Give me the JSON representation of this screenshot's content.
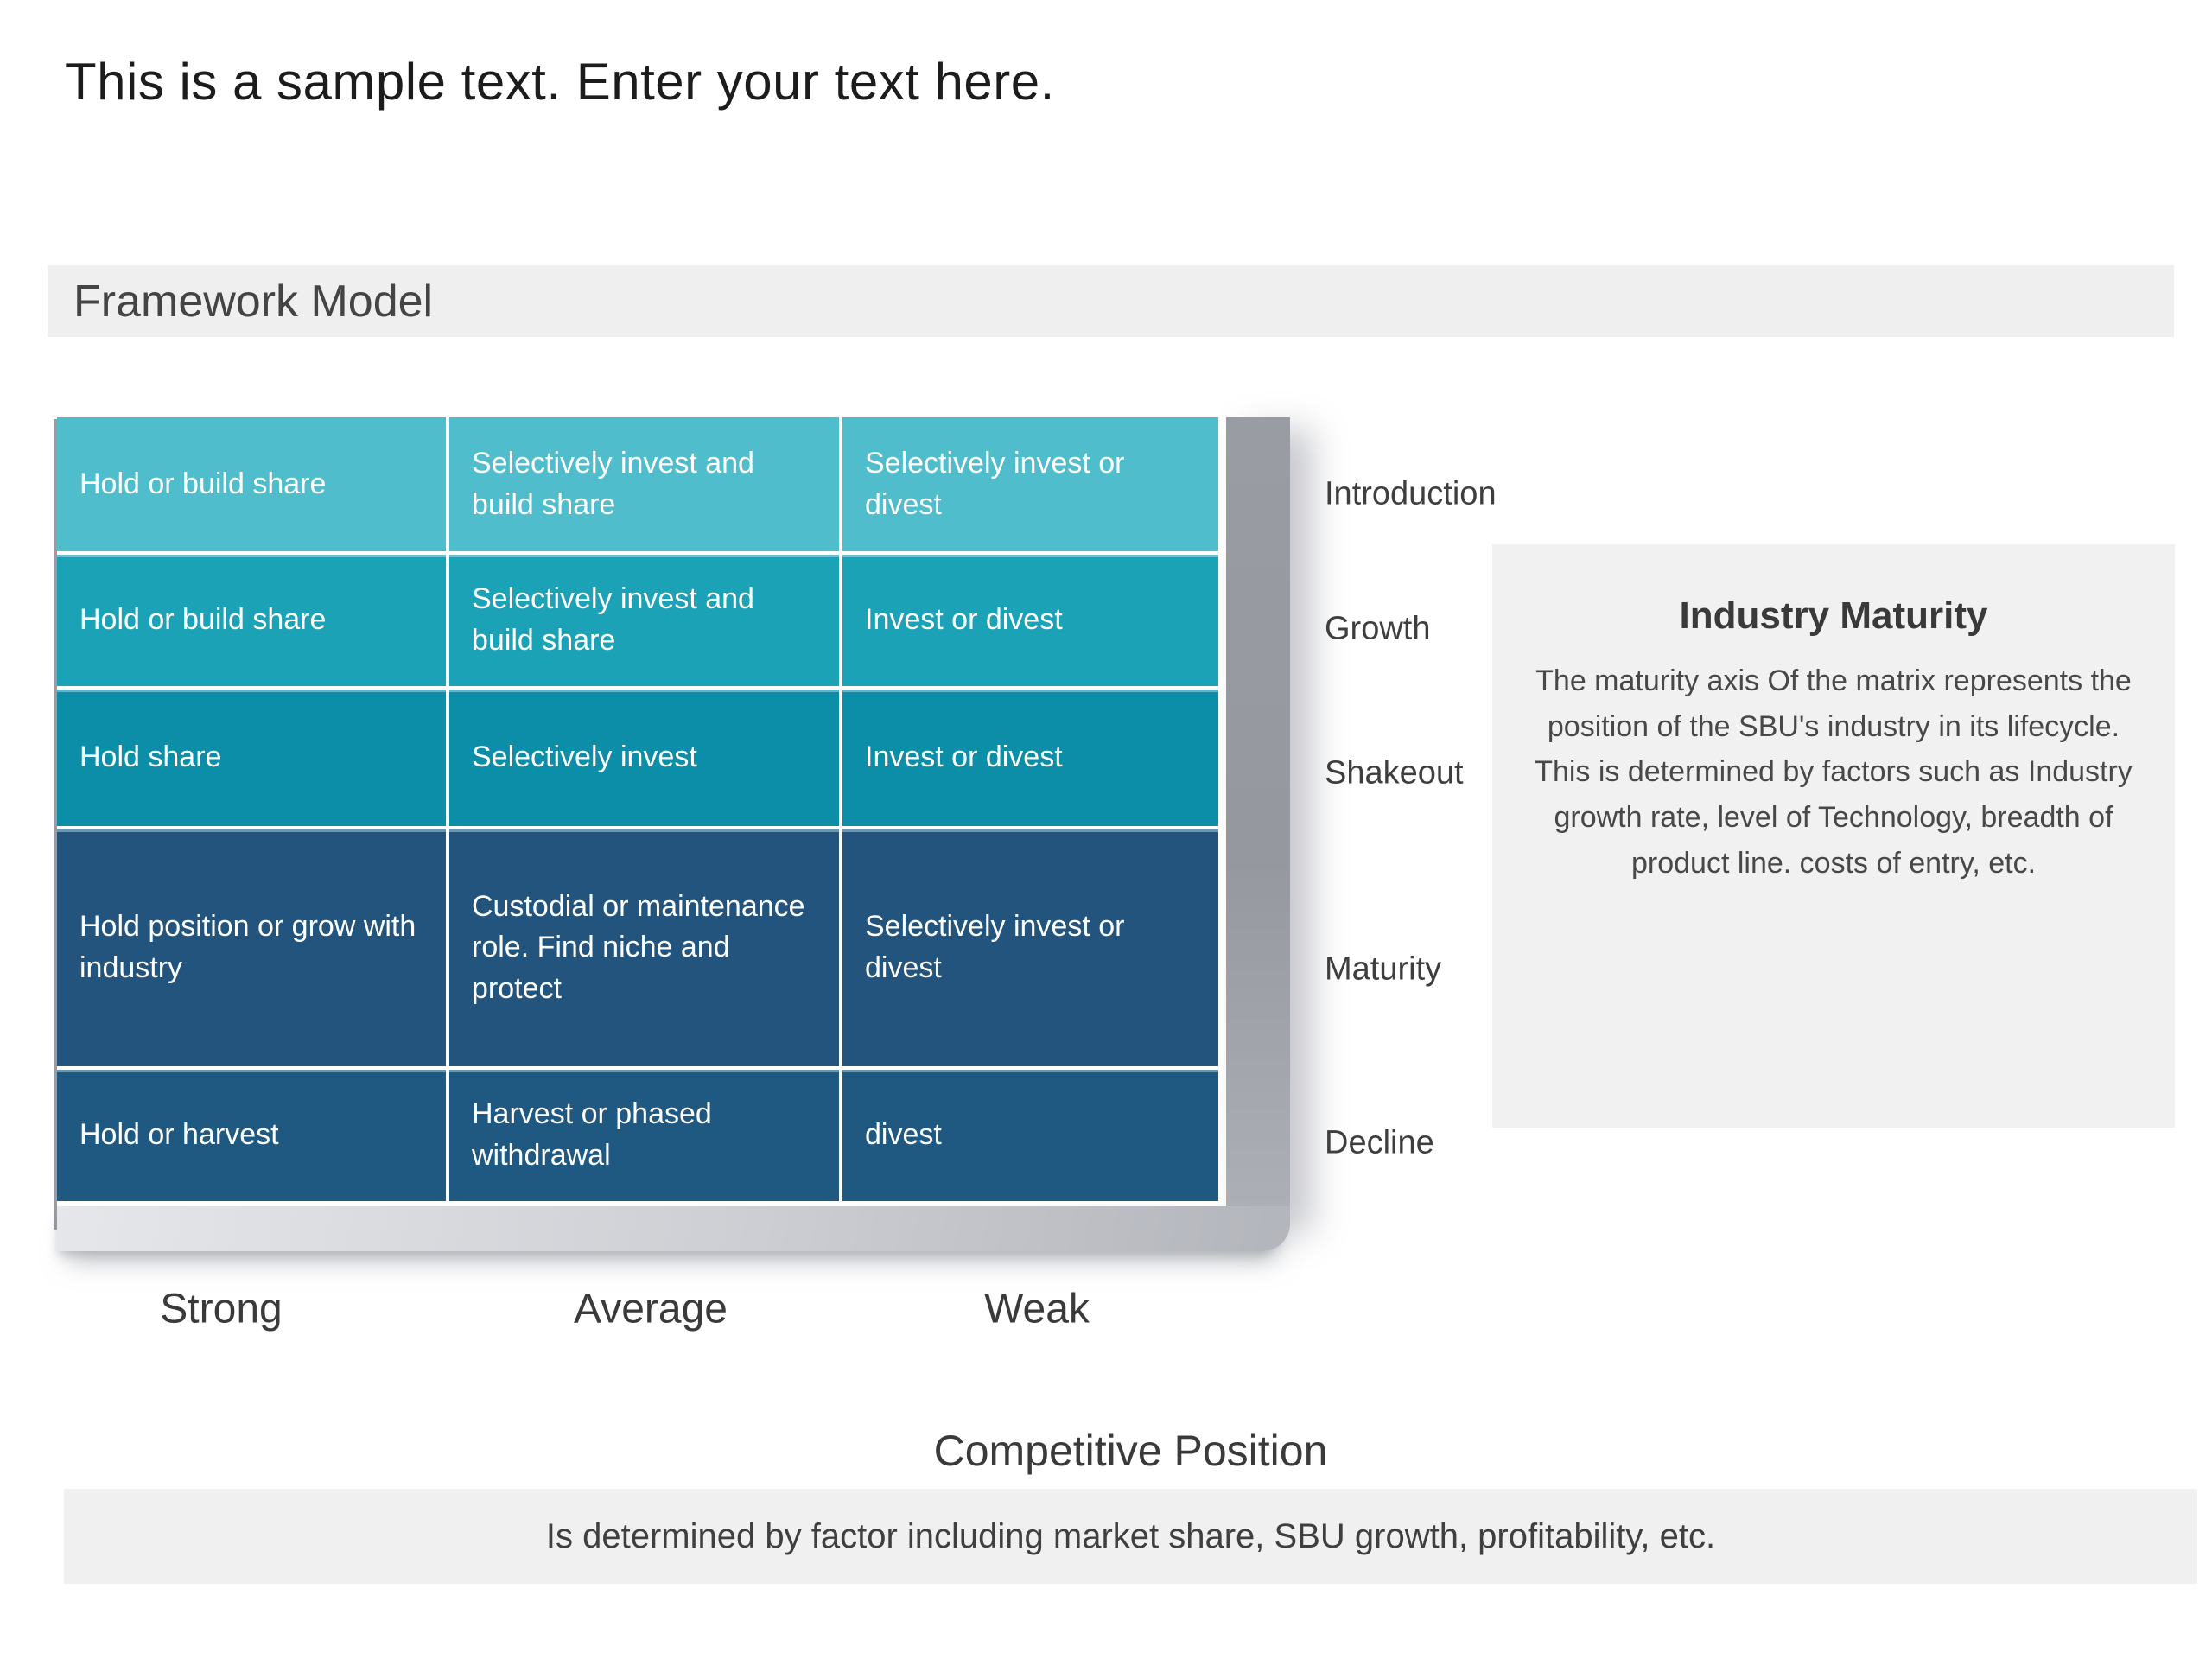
{
  "page": {
    "title": "This is a sample text. Enter your text here.",
    "section_header": "Framework Model"
  },
  "matrix": {
    "rows": [
      {
        "cells": [
          "Hold or build share",
          "Selectively invest and build share",
          "Selectively invest or divest"
        ]
      },
      {
        "cells": [
          "Hold or build share",
          "Selectively invest and build share",
          "Invest or divest"
        ]
      },
      {
        "cells": [
          "Hold share",
          "Selectively invest",
          "Invest or divest"
        ]
      },
      {
        "cells": [
          "Hold position or grow with industry",
          "Custodial or maintenance role. Find niche and protect",
          "Selectively invest or divest"
        ]
      },
      {
        "cells": [
          "Hold or harvest",
          "Harvest or phased withdrawal",
          "divest"
        ]
      }
    ],
    "row_colors": [
      "#4FBDCB",
      "#1BA2B6",
      "#0C8DA8",
      "#23547D",
      "#1F5881"
    ],
    "maturity_stages": [
      "Introduction",
      "Growth",
      "Shakeout",
      "Maturity",
      "Decline"
    ],
    "competitive_levels": [
      "Strong",
      "Average",
      "Weak"
    ]
  },
  "maturity_box": {
    "title": "Industry Maturity",
    "body": "The maturity axis Of the matrix represents the position of the SBU's industry in its lifecycle. This is determined by factors such as Industry growth rate, level of Technology, breadth of product line. costs of entry, etc."
  },
  "competitive_position": {
    "title": "Competitive Position",
    "description": "Is determined by factor including market share, SBU growth, profitability, etc."
  },
  "colors": {
    "panel_background": "#EFEFEF",
    "shadow_gray": "#97999F",
    "text_dark": "#3C3C3C",
    "cell_text": "#FFFFFF"
  }
}
